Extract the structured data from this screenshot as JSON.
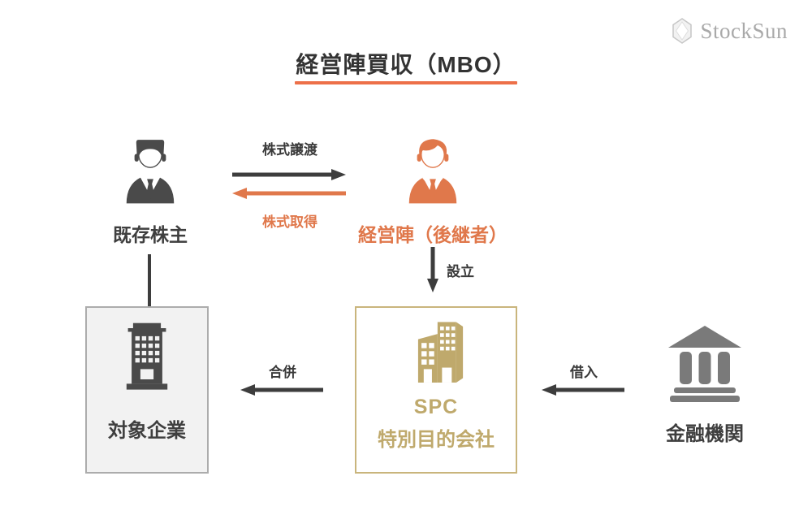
{
  "brand": {
    "name": "StockSun",
    "icon": "gem-icon"
  },
  "title": {
    "text": "経営陣買収（MBO）"
  },
  "palette": {
    "orange": "#e0784b",
    "orange_underline": "#ed7049",
    "dark": "#3d3d3d",
    "dark_icon": "#4a4a4a",
    "gold": "#bfa96c",
    "gold_border": "#c9b57c",
    "bank_gray": "#7a7a7a",
    "box_gray_bg": "#f2f2f2",
    "box_gray_border": "#acacac",
    "logo_gray": "#a9a9a9"
  },
  "nodes": {
    "existing_shareholder": {
      "label": "既存株主",
      "icon": "businessman-icon"
    },
    "management": {
      "label": "経営陣（後継者）",
      "icon": "businessman-icon"
    },
    "target_company": {
      "label": "対象企業",
      "icon": "office-building-icon"
    },
    "spc": {
      "name": "SPC",
      "subname": "特別目的会社",
      "icon": "twin-buildings-icon"
    },
    "bank": {
      "label": "金融機関",
      "icon": "bank-icon"
    }
  },
  "edges": {
    "share_transfer": {
      "label": "株式譲渡",
      "direction": "right"
    },
    "share_acquisition": {
      "label": "株式取得",
      "direction": "left"
    },
    "establishment": {
      "label": "設立",
      "direction": "down"
    },
    "merger": {
      "label": "合併",
      "direction": "left"
    },
    "borrowing": {
      "label": "借入",
      "direction": "left"
    },
    "ownership": {
      "label": "",
      "direction": "down-line"
    }
  }
}
